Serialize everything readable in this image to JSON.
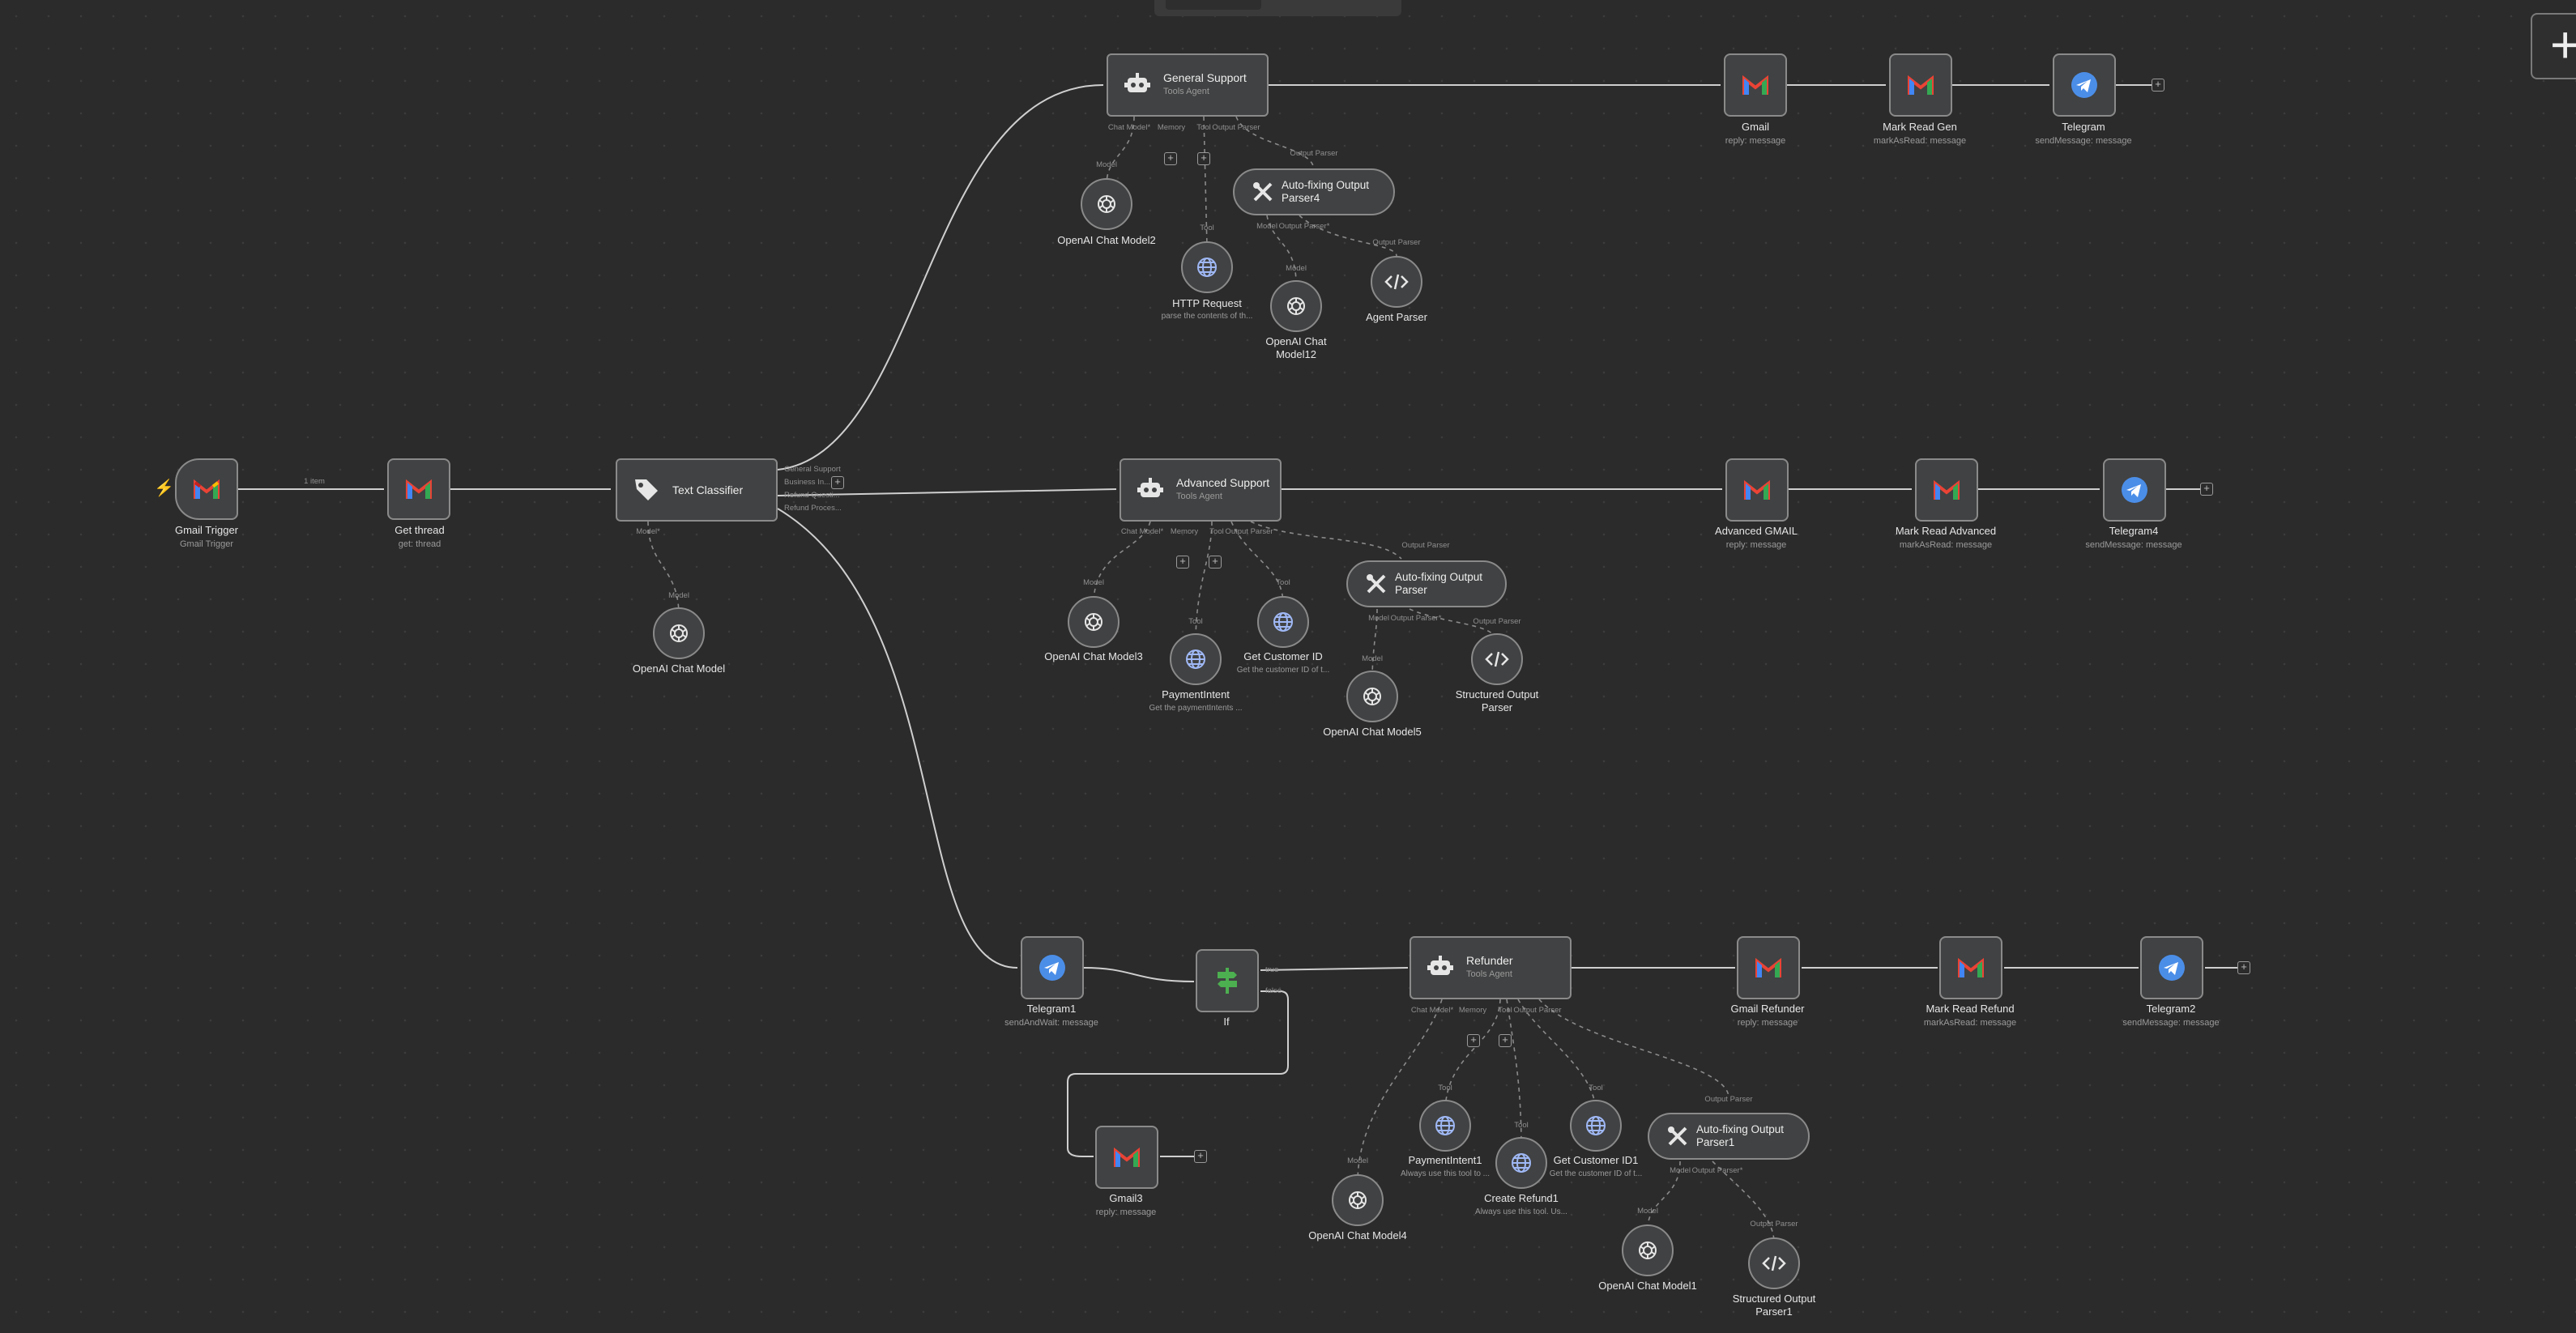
{
  "canvas": {
    "background": "#2b2b2b",
    "edge_color": "#d0d0d0",
    "dashed_edge_color": "#8a8a8a"
  },
  "add_button": {
    "label": "+"
  },
  "edges": {
    "item_count": "1 item"
  },
  "main_flow": {
    "gmail_trigger": {
      "title": "Gmail Trigger",
      "subtitle": "Gmail Trigger",
      "icon": "gmail-icon"
    },
    "get_thread": {
      "title": "Get thread",
      "subtitle": "get: thread",
      "icon": "gmail-icon"
    },
    "text_classifier": {
      "title": "Text Classifier",
      "icon": "tag-icon",
      "outputs": [
        "General Support",
        "Business In...",
        "Refund Questi...",
        "Refund Proces..."
      ],
      "input_label": "Model*"
    },
    "openai_chat_model": {
      "title": "OpenAI Chat Model",
      "port_label": "Model",
      "icon": "openai-icon"
    }
  },
  "general_branch": {
    "agent": {
      "title": "General Support",
      "subtitle": "Tools Agent",
      "ports": [
        "Chat Model*",
        "Memory",
        "Tool",
        "Output Parser"
      ]
    },
    "openai": {
      "title": "OpenAI Chat Model2",
      "port_label": "Model"
    },
    "http": {
      "title": "HTTP Request",
      "subtitle": "parse the contents of th...",
      "port_label": "Tool"
    },
    "autofix": {
      "title_line1": "Auto-fixing Output",
      "title_line2": "Parser4",
      "port_label": "Output Parser",
      "ports": [
        "Model",
        "Output Parser*"
      ]
    },
    "openai12": {
      "title_line1": "OpenAI Chat",
      "title_line2": "Model12",
      "port_label": "Model"
    },
    "agent_parser": {
      "title": "Agent Parser",
      "port_label": "Output Parser"
    },
    "gmail": {
      "title": "Gmail",
      "subtitle": "reply: message"
    },
    "mark_read": {
      "title": "Mark Read Gen",
      "subtitle": "markAsRead: message"
    },
    "telegram": {
      "title": "Telegram",
      "subtitle": "sendMessage: message"
    }
  },
  "advanced_branch": {
    "agent": {
      "title": "Advanced Support",
      "subtitle": "Tools Agent",
      "ports": [
        "Chat Model*",
        "Memory",
        "Tool",
        "Output Parser"
      ]
    },
    "openai3": {
      "title": "OpenAI Chat Model3",
      "port_label": "Model"
    },
    "payment": {
      "title": "PaymentIntent",
      "subtitle": "Get the paymentIntents ...",
      "port_label": "Tool"
    },
    "customer": {
      "title": "Get Customer ID",
      "subtitle": "Get the customer ID of t...",
      "port_label": "Tool"
    },
    "autofix": {
      "title_line1": "Auto-fixing Output",
      "title_line2": "Parser",
      "port_label": "Output Parser",
      "ports": [
        "Model",
        "Output Parser*"
      ]
    },
    "openai5": {
      "title": "OpenAI Chat Model5",
      "port_label": "Model"
    },
    "structured": {
      "title_line1": "Structured Output",
      "title_line2": "Parser",
      "port_label": "Output Parser"
    },
    "gmail": {
      "title": "Advanced GMAIL",
      "subtitle": "reply: message"
    },
    "mark_read": {
      "title": "Mark Read Advanced",
      "subtitle": "markAsRead: message"
    },
    "telegram": {
      "title": "Telegram4",
      "subtitle": "sendMessage: message"
    }
  },
  "refund_branch": {
    "telegram1": {
      "title": "Telegram1",
      "subtitle": "sendAndWait: message"
    },
    "if_node": {
      "title": "If",
      "outputs": [
        "true",
        "false"
      ]
    },
    "gmail3": {
      "title": "Gmail3",
      "subtitle": "reply: message"
    },
    "agent": {
      "title": "Refunder",
      "subtitle": "Tools Agent",
      "ports": [
        "Chat Model*",
        "Memory",
        "Tool",
        "Output Parser"
      ]
    },
    "openai4": {
      "title": "OpenAI Chat Model4",
      "port_label": "Model"
    },
    "payment1": {
      "title": "PaymentIntent1",
      "subtitle": "Always use this tool to ...",
      "port_label": "Tool"
    },
    "refund1": {
      "title": "Create Refund1",
      "subtitle": "Always use this tool. Us...",
      "port_label": "Tool"
    },
    "customer1": {
      "title": "Get Customer ID1",
      "subtitle": "Get the customer ID of t...",
      "port_label": "Tool"
    },
    "autofix": {
      "title_line1": "Auto-fixing Output",
      "title_line2": "Parser1",
      "port_label": "Output Parser",
      "ports": [
        "Model",
        "Output Parser*"
      ]
    },
    "openai1": {
      "title": "OpenAI Chat Model1",
      "port_label": "Model"
    },
    "structured1": {
      "title_line1": "Structured Output",
      "title_line2": "Parser1",
      "port_label": "Output Parser"
    },
    "gmail": {
      "title": "Gmail Refunder",
      "subtitle": "reply: message"
    },
    "mark_read": {
      "title": "Mark Read Refund",
      "subtitle": "markAsRead: message"
    },
    "telegram2": {
      "title": "Telegram2",
      "subtitle": "sendMessage: message"
    }
  }
}
